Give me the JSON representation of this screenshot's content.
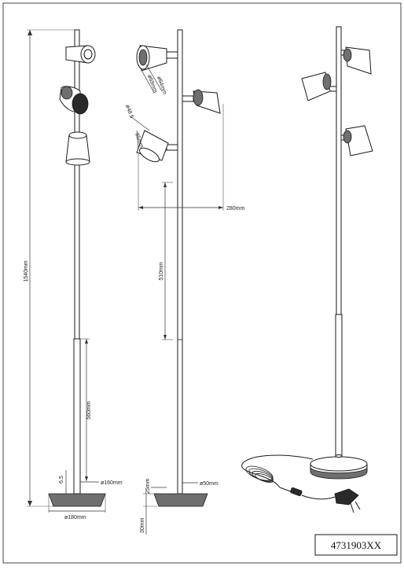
{
  "sheet": {
    "product_code": "4731903XX"
  },
  "dimensions": {
    "overall_height": "1540mm",
    "lower_tube_height": "560mm",
    "base_thickness": "6.5",
    "stem_diameter_left": "ø160mm",
    "base_diameter": "ø180mm",
    "head_diameter_large": "ø64mm",
    "head_length_large": "ø69mm",
    "head_diameter_small": "ø48.5",
    "head_length_small": "85mm",
    "reach": "280mm",
    "head_spacing": "510mm",
    "base_edge": "25mm",
    "stem_diameter_mid": "ø50mm",
    "base_height": "30mm"
  }
}
